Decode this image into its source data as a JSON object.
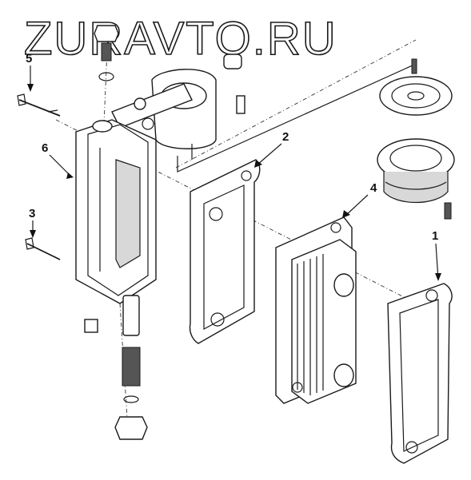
{
  "watermark": "ZURAVTO.RU",
  "callouts": [
    "1",
    "2",
    "3",
    "4",
    "5",
    "6"
  ],
  "icons": {
    "part_1": "gasket-outer-icon",
    "part_2": "gasket-inner-icon",
    "part_3": "short-bolt-icon",
    "part_4": "oil-cooler-core-icon",
    "part_5": "long-bolt-icon",
    "part_6": "cooler-housing-icon"
  }
}
